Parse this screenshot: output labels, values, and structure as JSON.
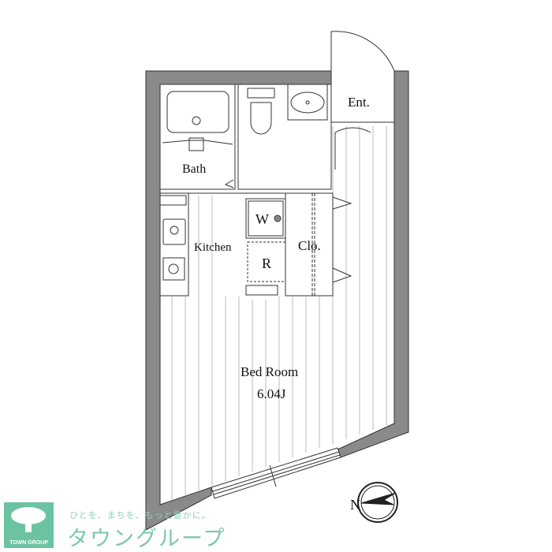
{
  "rooms": {
    "entrance": "Ent.",
    "bath": "Bath",
    "kitchen": "Kitchen",
    "washer": "W",
    "refrigerator": "R",
    "closet": "Clo.",
    "bedroom": "Bed Room",
    "bedroom_size": "6.04J"
  },
  "compass": {
    "north_label": "N"
  },
  "logo": {
    "badge_text": "TOWN GROUP",
    "slogan": "ひとを、まちを、もっと豊かに。",
    "brand": "タウングループ"
  },
  "colors": {
    "wall": "#8a8a8a",
    "line": "#222222",
    "brand": "#6cc3a2"
  }
}
